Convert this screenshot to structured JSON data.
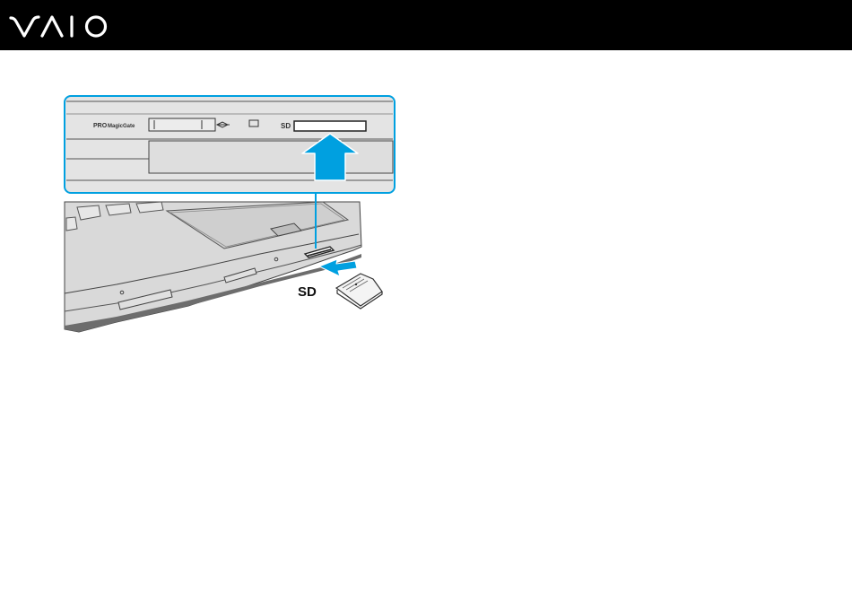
{
  "header": {
    "logo_text": "VAIO"
  },
  "figure": {
    "panel_labels": {
      "pro": "PRO",
      "magicgate": "MagicGate",
      "sd": "SD"
    },
    "card_label": "SD"
  },
  "colors": {
    "header_bg": "#000000",
    "accent_blue": "#00a0e0",
    "panel_bg": "#e3e3e3",
    "laptop_body": "#d8d8d8"
  }
}
